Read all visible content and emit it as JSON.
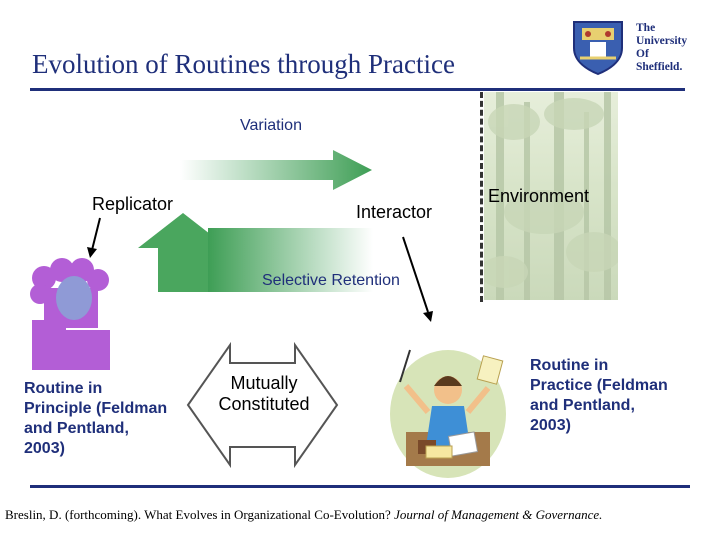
{
  "slide": {
    "title": "Evolution of Routines through Practice",
    "logo_line1": "The",
    "logo_line2": "University",
    "logo_line3": "Of",
    "logo_line4": "Sheffield."
  },
  "diagram": {
    "variation_label": "Variation",
    "replicator_label": "Replicator",
    "interactor_label": "Interactor",
    "environment_label": "Environment",
    "selective_retention_label": "Selective Retention",
    "mutually_constituted_line1": "Mutually",
    "mutually_constituted_line2": "Constituted",
    "routine_principle_line1": "Routine in",
    "routine_principle_line2": "Principle (Feldman",
    "routine_principle_line3": "and Pentland,",
    "routine_principle_line4": "2003)",
    "routine_practice_line1": "Routine in",
    "routine_practice_line2": "Practice (Feldman",
    "routine_practice_line3": "and Pentland,",
    "routine_practice_line4": "2003)"
  },
  "footer": {
    "citation_plain": "Breslin, D. (forthcoming). What Evolves in Organizational Co-Evolution? ",
    "citation_italic": "Journal of Management & Governance."
  },
  "colors": {
    "title_blue": "#1f2f7a",
    "arrow_green": "#3e9e55",
    "figure_purple": "#b35ed6",
    "figure_lavender": "#8f9ad6"
  }
}
